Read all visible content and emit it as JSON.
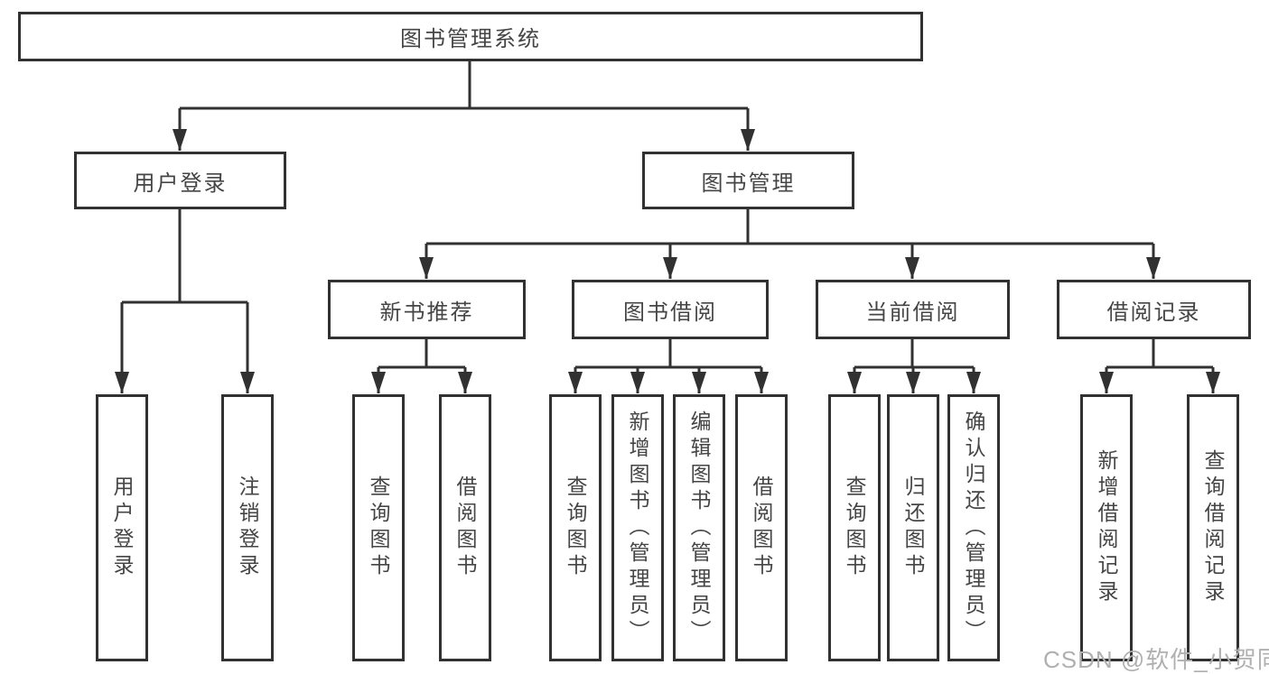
{
  "diagram": {
    "root": "图书管理系统",
    "level2": {
      "user_login": "用户登录",
      "book_management": "图书管理"
    },
    "level3": {
      "new_books": "新书推荐",
      "book_borrow": "图书借阅",
      "current_borrow": "当前借阅",
      "borrow_records": "借阅记录"
    },
    "leaves": {
      "user_login": [
        "用户登录",
        "注销登录"
      ],
      "new_books": [
        "查询图书",
        "借阅图书"
      ],
      "book_borrow": [
        "查询图书",
        "新增图书（管理员）",
        "编辑图书（管理员）",
        "借阅图书"
      ],
      "current_borrow": [
        "查询图书",
        "归还图书",
        "确认归还（管理员）"
      ],
      "borrow_records": [
        "新增借阅记录",
        "查询借阅记录"
      ]
    },
    "watermark": "CSDN @软件_小贺同学",
    "colors": {
      "line": "#313131",
      "text": "#454545",
      "watermark": "#b0b0b0",
      "background": "#ffffff"
    }
  }
}
